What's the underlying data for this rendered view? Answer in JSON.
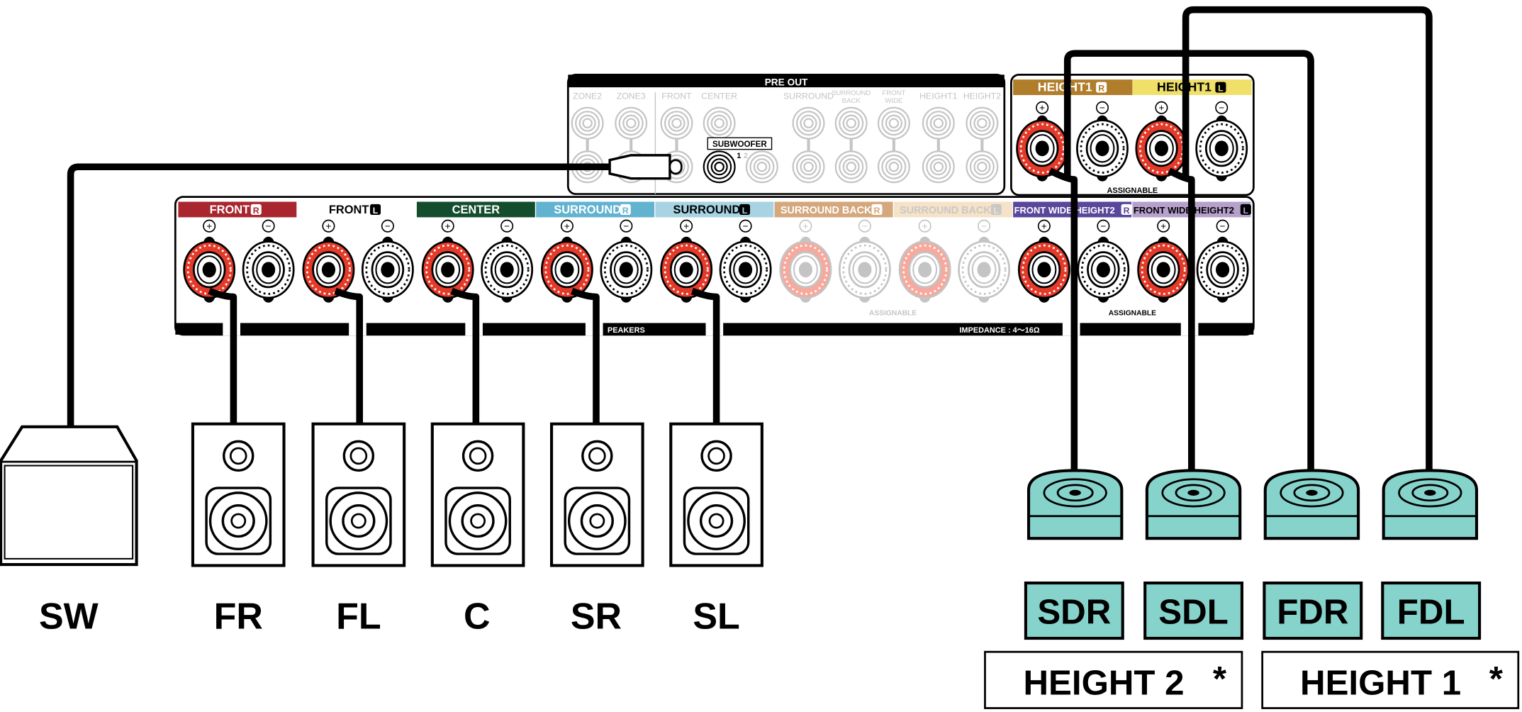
{
  "preout": {
    "title": "PRE OUT",
    "columns": [
      {
        "label": "ZONE2"
      },
      {
        "label": "ZONE3"
      },
      {
        "label": "FRONT"
      },
      {
        "label": "CENTER"
      },
      {
        "label": "SURROUND"
      },
      {
        "label": "SURROUND",
        "label2": "BACK"
      },
      {
        "label": "FRONT",
        "label2": "WIDE"
      },
      {
        "label": "HEIGHT1"
      },
      {
        "label": "HEIGHT2"
      }
    ],
    "subwoofer_label": "SUBWOOFER",
    "sub1": "1",
    "sub2": "2"
  },
  "height_panel": {
    "channels": [
      {
        "name": "HEIGHT1",
        "side": "R",
        "bg": "#b07d2a",
        "fg": "#ffffff"
      },
      {
        "name": "HEIGHT1",
        "side": "L",
        "bg": "#f0e06a",
        "fg": "#000000"
      }
    ],
    "assignable": "ASSIGNABLE"
  },
  "speaker_panel": {
    "channels": [
      {
        "name": "FRONT",
        "side": "R",
        "bg": "#a9262e",
        "fg": "#ffffff",
        "active": true
      },
      {
        "name": "FRONT",
        "side": "L",
        "bg": "#ffffff",
        "fg": "#000000",
        "active": true
      },
      {
        "name": "CENTER",
        "side": "",
        "bg": "#144d2e",
        "fg": "#ffffff",
        "active": true
      },
      {
        "name": "SURROUND",
        "side": "R",
        "bg": "#61b3cf",
        "fg": "#ffffff",
        "active": true
      },
      {
        "name": "SURROUND",
        "side": "L",
        "bg": "#a7d3e2",
        "fg": "#000000",
        "active": true
      },
      {
        "name": "SURROUND BACK",
        "side": "R",
        "bg": "#d4a77c",
        "fg": "#ffffff",
        "active": false
      },
      {
        "name": "SURROUND BACK",
        "side": "L",
        "bg": "#f6e2c6",
        "fg": "#c8c8c8",
        "active": false
      },
      {
        "name": "FRONT WIDE/HEIGHT2",
        "side": "R",
        "bg": "#58479a",
        "fg": "#ffffff",
        "active": true
      },
      {
        "name": "FRONT WIDE/HEIGHT2",
        "side": "L",
        "bg": "#b6a0cc",
        "fg": "#000000",
        "active": true
      }
    ],
    "plus": "+",
    "minus": "−",
    "assignable_sb": "ASSIGNABLE",
    "assignable_fw": "ASSIGNABLE",
    "speakers_text": "PEAKERS",
    "impedance": "IMPEDANCE : 4～16Ω"
  },
  "speakers": [
    {
      "label": "SW"
    },
    {
      "label": "FR"
    },
    {
      "label": "FL"
    },
    {
      "label": "C"
    },
    {
      "label": "SR"
    },
    {
      "label": "SL"
    }
  ],
  "height_speakers": [
    {
      "label": "SDR"
    },
    {
      "label": "SDL"
    },
    {
      "label": "FDR"
    },
    {
      "label": "FDL"
    }
  ],
  "groups": [
    {
      "label": "HEIGHT 2",
      "mark": "*"
    },
    {
      "label": "HEIGHT 1",
      "mark": "*"
    }
  ],
  "colors": {
    "teal": "#86d3cc",
    "red": "#e43a2a",
    "gray": "#c4c4c4"
  }
}
